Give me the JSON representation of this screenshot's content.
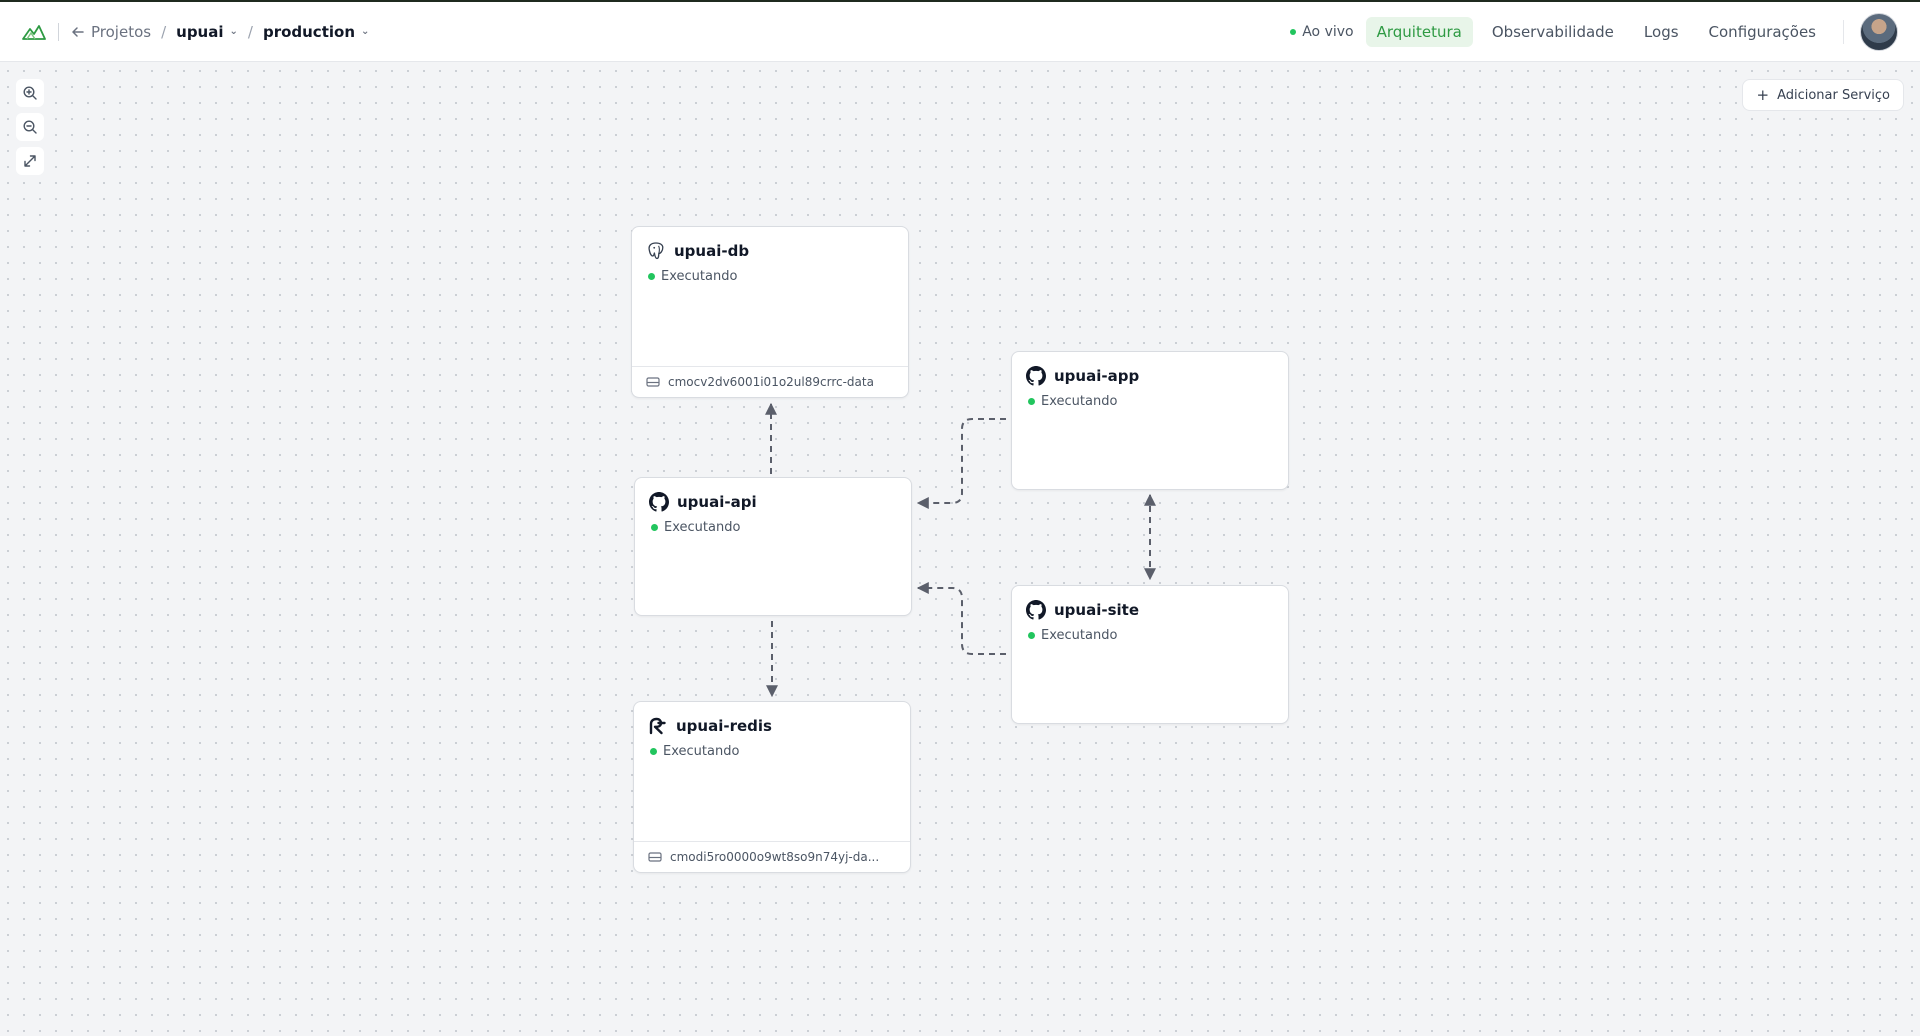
{
  "breadcrumb": {
    "projects": "Projetos",
    "project": "upuai",
    "environment": "production"
  },
  "header": {
    "live_label": "Ao vivo",
    "nav": [
      "Arquitetura",
      "Observabilidade",
      "Logs",
      "Configurações"
    ],
    "active_nav": "Arquitetura"
  },
  "canvas": {
    "add_service_label": "Adicionar Serviço",
    "services": [
      {
        "name": "upuai-db",
        "status": "Executando",
        "icon": "postgres-icon",
        "volume": "cmocv2dv6001i01o2ul89crrc-data"
      },
      {
        "name": "upuai-app",
        "status": "Executando",
        "icon": "github-icon"
      },
      {
        "name": "upuai-api",
        "status": "Executando",
        "icon": "github-icon"
      },
      {
        "name": "upuai-site",
        "status": "Executando",
        "icon": "github-icon"
      },
      {
        "name": "upuai-redis",
        "status": "Executando",
        "icon": "redis-icon",
        "volume": "cmodi5ro0000o9wt8so9n74yj-da..."
      }
    ]
  },
  "colors": {
    "accent": "#2e9a43",
    "accent_bg": "#e8f5e9",
    "running": "#22c55e",
    "edge": "#5b5f6b"
  }
}
